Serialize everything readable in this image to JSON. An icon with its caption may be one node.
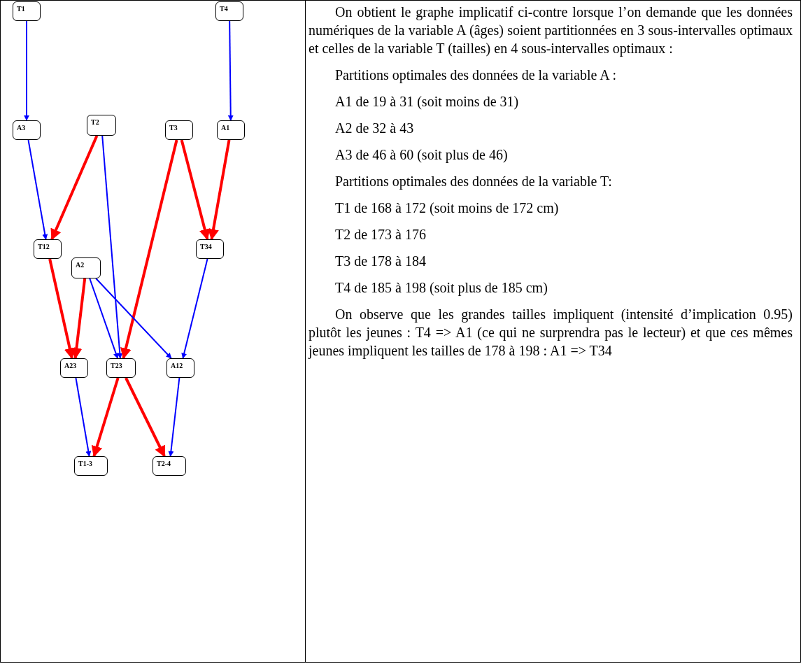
{
  "diagram": {
    "nodes": [
      {
        "text": [
          "T1"
        ]
      },
      {
        "text": [
          "T4"
        ]
      },
      {
        "text": [
          "A3"
        ]
      },
      {
        "text": [
          "T2"
        ]
      },
      {
        "text": [
          "T3"
        ]
      },
      {
        "text": [
          "A1"
        ]
      },
      {
        "text": [
          "T12"
        ]
      },
      {
        "text": [
          "T34"
        ]
      },
      {
        "text": [
          "A2"
        ]
      },
      {
        "text": [
          "A23"
        ]
      },
      {
        "text": [
          "T23"
        ]
      },
      {
        "text": [
          "A12"
        ]
      },
      {
        "text": [
          "T1-3"
        ]
      },
      {
        "text": [
          "T2-4"
        ]
      }
    ],
    "edges": [
      {
        "from": 0,
        "to": 2,
        "arrow": "to"
      },
      {
        "from": 1,
        "to": 5,
        "arrow": "to"
      },
      {
        "from": 2,
        "to": 6,
        "arrow": "to"
      },
      {
        "from": 3,
        "to": 6,
        "arrow": "to",
        "style": "thick",
        "color": "#ff0000"
      },
      {
        "from": 3,
        "to": 10,
        "arrow": "to"
      },
      {
        "from": 4,
        "to": 7,
        "arrow": "to",
        "style": "thick",
        "color": "#ff0000"
      },
      {
        "from": 4,
        "to": 10,
        "arrow": "to",
        "style": "thick",
        "color": "#ff0000"
      },
      {
        "from": 5,
        "to": 7,
        "arrow": "to",
        "style": "thick",
        "color": "#ff0000"
      },
      {
        "from": 6,
        "to": 9,
        "arrow": "to",
        "style": "thick",
        "color": "#ff0000"
      },
      {
        "from": 8,
        "to": 9,
        "arrow": "to",
        "style": "thick",
        "color": "#ff0000"
      },
      {
        "from": 8,
        "to": 10,
        "arrow": "to"
      },
      {
        "from": 8,
        "to": 11,
        "arrow": "to"
      },
      {
        "from": 7,
        "to": 11,
        "arrow": "to"
      },
      {
        "from": 9,
        "to": 12,
        "arrow": "to"
      },
      {
        "from": 10,
        "to": 12,
        "arrow": "to",
        "style": "thick",
        "color": "#ff0000"
      },
      {
        "from": 10,
        "to": 13,
        "arrow": "to",
        "style": "thick",
        "color": "#ff0000"
      },
      {
        "from": 11,
        "to": 13,
        "arrow": "to"
      }
    ],
    "labels": [
      "On obtient le graphe implicatif ci-contre lorsque l’on demande que les données numériques de la variable A (âges) soient partitionnées en 3 sous-intervalles optimaux et celles de la variable T (tailles) en 4 sous-intervalles optimaux :",
      "Partitions optimales des données de la variable A :",
      "A1 de 19 à 31 (soit moins de 31)",
      "A2 de 32 à 43",
      "A3 de 46 à 60 (soit plus de 46)",
      "Partitions optimales des données de la variable T:",
      "T1 de 168 à 172 (soit moins de 172 cm)",
      "T2 de 173 à 176",
      "T3 de 178 à 184",
      "T4 de 185 à 198 (soit plus de 185 cm)",
      "On observe que les grandes tailles impliquent (intensité d’implication 0.95) plutôt les jeunes : T4 => A1 (ce qui ne surprendra pas le lecteur) et que ces mêmes jeunes impliquent les tailles de 178 à 198 : A1 => T34"
    ]
  }
}
